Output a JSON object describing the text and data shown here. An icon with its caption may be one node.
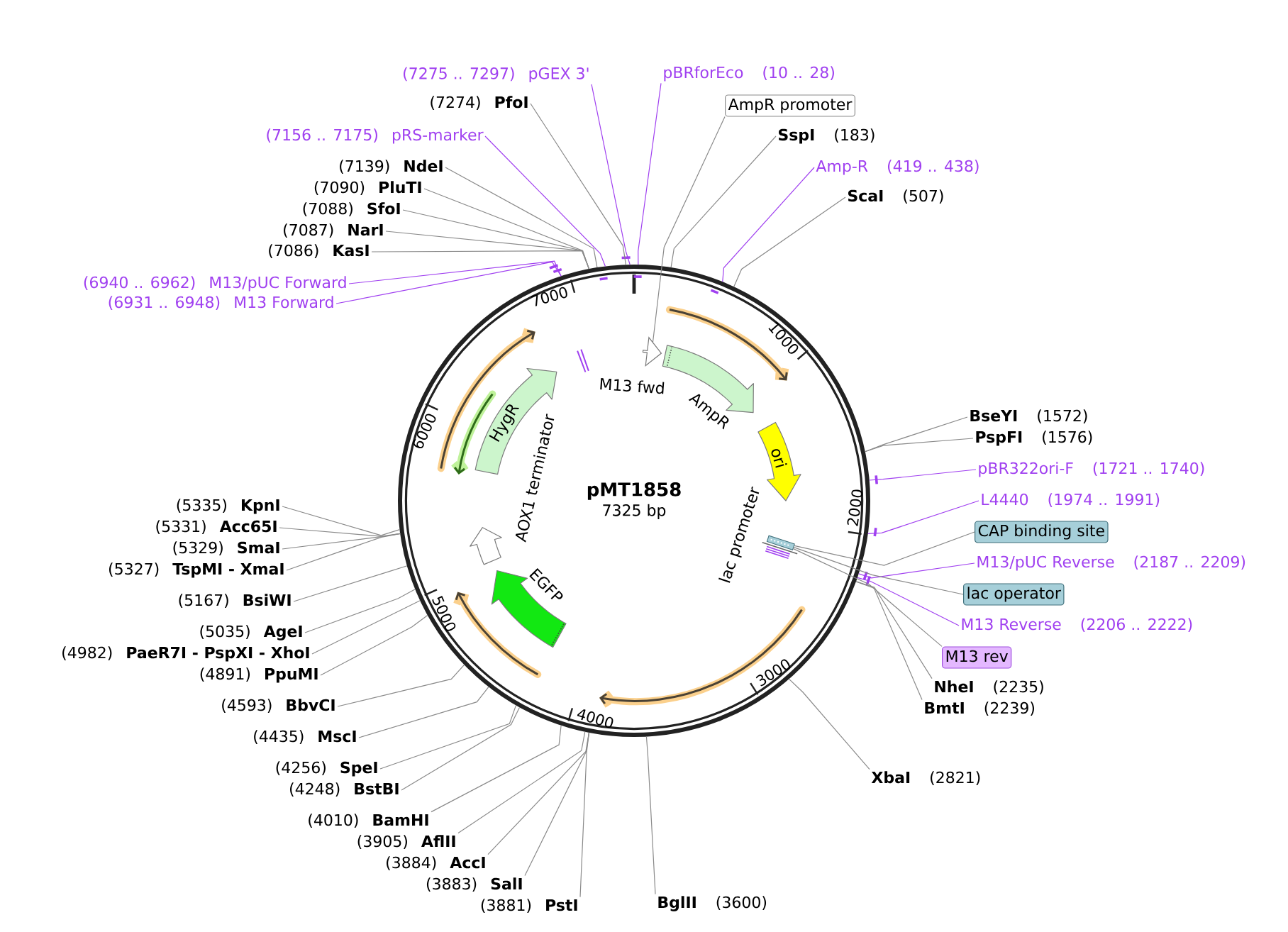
{
  "diagram": {
    "nodes": [
      {
        "text": [
          "pMT1858",
          "7325 bp"
        ]
      },
      {
        "text": [],
        "shape": "arrow",
        "in": 0
      },
      {
        "text": [
          "AmpR"
        ],
        "in": 0
      },
      {
        "text": [
          "ori"
        ],
        "in": 0
      },
      {
        "text": [
          "lac promoter"
        ],
        "in": 0
      },
      {
        "text": [
          "EGFP"
        ],
        "in": 0
      },
      {
        "text": [
          "AOX1 terminator"
        ],
        "in": 0
      },
      {
        "text": [
          "HygR"
        ],
        "in": 0
      },
      {
        "text": [
          "M13 fwd"
        ],
        "in": 0
      },
      {
        "text": [
          "pBRforEco",
          "(10 .. 28)"
        ]
      },
      {
        "text": [
          "AmpR promoter"
        ]
      },
      {
        "text": [
          "SspI",
          "(183)"
        ]
      },
      {
        "text": [
          "Amp-R",
          "(419 .. 438)"
        ]
      },
      {
        "text": [
          "ScaI",
          "(507)"
        ]
      },
      {
        "text": [
          "BseYI",
          "(1572)"
        ]
      },
      {
        "text": [
          "PspFI",
          "(1576)"
        ]
      },
      {
        "text": [
          "pBR322ori-F",
          "(1721 .. 1740)"
        ]
      },
      {
        "text": [
          "L4440",
          "(1974 .. 1991)"
        ]
      },
      {
        "text": [
          "CAP binding site"
        ]
      },
      {
        "text": [
          "M13/pUC Reverse",
          "(2187 .. 2209)"
        ]
      },
      {
        "text": [
          "lac operator"
        ]
      },
      {
        "text": [
          "M13 Reverse",
          "(2206 .. 2222)"
        ]
      },
      {
        "text": [
          "M13 rev"
        ]
      },
      {
        "text": [
          "NheI",
          "(2235)"
        ]
      },
      {
        "text": [
          "BmtI",
          "(2239)"
        ]
      },
      {
        "text": [
          "XbaI",
          "(2821)"
        ]
      },
      {
        "text": [
          "BglII",
          "(3600)"
        ]
      },
      {
        "text": [
          "(3881)",
          "PstI"
        ]
      },
      {
        "text": [
          "(3883)",
          "SalI"
        ]
      },
      {
        "text": [
          "(3884)",
          "AccI"
        ]
      },
      {
        "text": [
          "(3905)",
          "AflII"
        ]
      },
      {
        "text": [
          "(4010)",
          "BamHI"
        ]
      },
      {
        "text": [
          "(4248)",
          "BstBI"
        ]
      },
      {
        "text": [
          "(4256)",
          "SpeI"
        ]
      },
      {
        "text": [
          "(4435)",
          "MscI"
        ]
      },
      {
        "text": [
          "(4593)",
          "BbvCI"
        ]
      },
      {
        "text": [
          "(4891)",
          "PpuMI"
        ]
      },
      {
        "text": [
          "(4982)",
          "PaeR7I - PspXI - XhoI"
        ]
      },
      {
        "text": [
          "(5035)",
          "AgeI"
        ]
      },
      {
        "text": [
          "(5167)",
          "BsiWI"
        ]
      },
      {
        "text": [
          "(5327)",
          "TspMI - XmaI"
        ]
      },
      {
        "text": [
          "(5329)",
          "SmaI"
        ]
      },
      {
        "text": [
          "(5331)",
          "Acc65I"
        ]
      },
      {
        "text": [
          "(5335)",
          "KpnI"
        ]
      },
      {
        "text": [
          "(6931 .. 6948)",
          "M13 Forward"
        ]
      },
      {
        "text": [
          "(6940 .. 6962)",
          "M13/pUC Forward"
        ]
      },
      {
        "text": [
          "(7086)",
          "KasI"
        ]
      },
      {
        "text": [
          "(7087)",
          "NarI"
        ]
      },
      {
        "text": [
          "(7088)",
          "SfoI"
        ]
      },
      {
        "text": [
          "(7090)",
          "PluTI"
        ]
      },
      {
        "text": [
          "(7139)",
          "NdeI"
        ]
      },
      {
        "text": [
          "(7156 .. 7175)",
          "pRS-marker"
        ]
      },
      {
        "text": [
          "(7274)",
          "PfoI"
        ]
      },
      {
        "text": [
          "(7275 .. 7297)",
          "pGEX 3'"
        ]
      }
    ],
    "edges": [
      {
        "from": 9,
        "to": 0,
        "arrow": "none",
        "color": "#a040f0"
      },
      {
        "from": 10,
        "to": 1,
        "arrow": "none"
      },
      {
        "from": 11,
        "to": 0,
        "arrow": "none"
      },
      {
        "from": 12,
        "to": 0,
        "arrow": "none",
        "color": "#a040f0"
      },
      {
        "from": 13,
        "to": 0,
        "arrow": "none"
      },
      {
        "from": 14,
        "to": 0,
        "arrow": "none"
      },
      {
        "from": 15,
        "to": 0,
        "arrow": "none"
      },
      {
        "from": 16,
        "to": 0,
        "arrow": "none",
        "color": "#a040f0"
      },
      {
        "from": 17,
        "to": 0,
        "arrow": "none",
        "color": "#a040f0"
      },
      {
        "from": 18,
        "to": 4,
        "arrow": "none"
      },
      {
        "from": 19,
        "to": 0,
        "arrow": "none",
        "color": "#a040f0"
      },
      {
        "from": 20,
        "to": 4,
        "arrow": "none"
      },
      {
        "from": 21,
        "to": 0,
        "arrow": "none",
        "color": "#a040f0"
      },
      {
        "from": 22,
        "to": 4,
        "arrow": "none"
      },
      {
        "from": 23,
        "to": 0,
        "arrow": "none"
      },
      {
        "from": 24,
        "to": 0,
        "arrow": "none"
      },
      {
        "from": 25,
        "to": 0,
        "arrow": "none"
      },
      {
        "from": 26,
        "to": 0,
        "arrow": "none"
      },
      {
        "from": 27,
        "to": 0,
        "arrow": "none"
      },
      {
        "from": 28,
        "to": 0,
        "arrow": "none"
      },
      {
        "from": 29,
        "to": 0,
        "arrow": "none"
      },
      {
        "from": 30,
        "to": 0,
        "arrow": "none"
      },
      {
        "from": 31,
        "to": 0,
        "arrow": "none"
      },
      {
        "from": 32,
        "to": 0,
        "arrow": "none"
      },
      {
        "from": 33,
        "to": 0,
        "arrow": "none"
      },
      {
        "from": 34,
        "to": 0,
        "arrow": "none"
      },
      {
        "from": 35,
        "to": 0,
        "arrow": "none"
      },
      {
        "from": 36,
        "to": 0,
        "arrow": "none"
      },
      {
        "from": 37,
        "to": 0,
        "arrow": "none"
      },
      {
        "from": 38,
        "to": 0,
        "arrow": "none"
      },
      {
        "from": 39,
        "to": 0,
        "arrow": "none"
      },
      {
        "from": 40,
        "to": 0,
        "arrow": "none"
      },
      {
        "from": 41,
        "to": 0,
        "arrow": "none"
      },
      {
        "from": 42,
        "to": 0,
        "arrow": "none"
      },
      {
        "from": 43,
        "to": 0,
        "arrow": "none"
      },
      {
        "from": 44,
        "to": 0,
        "arrow": "none",
        "color": "#a040f0"
      },
      {
        "from": 45,
        "to": 0,
        "arrow": "none",
        "color": "#a040f0"
      },
      {
        "from": 46,
        "to": 0,
        "arrow": "none"
      },
      {
        "from": 47,
        "to": 0,
        "arrow": "none"
      },
      {
        "from": 48,
        "to": 0,
        "arrow": "none"
      },
      {
        "from": 49,
        "to": 0,
        "arrow": "none"
      },
      {
        "from": 50,
        "to": 0,
        "arrow": "none"
      },
      {
        "from": 51,
        "to": 0,
        "arrow": "none",
        "color": "#a040f0"
      },
      {
        "from": 52,
        "to": 0,
        "arrow": "none"
      },
      {
        "from": 53,
        "to": 0,
        "arrow": "none",
        "color": "#a040f0"
      }
    ],
    "labels": [
      "1000",
      "2000",
      "3000",
      "4000",
      "5000",
      "6000",
      "7000"
    ]
  }
}
